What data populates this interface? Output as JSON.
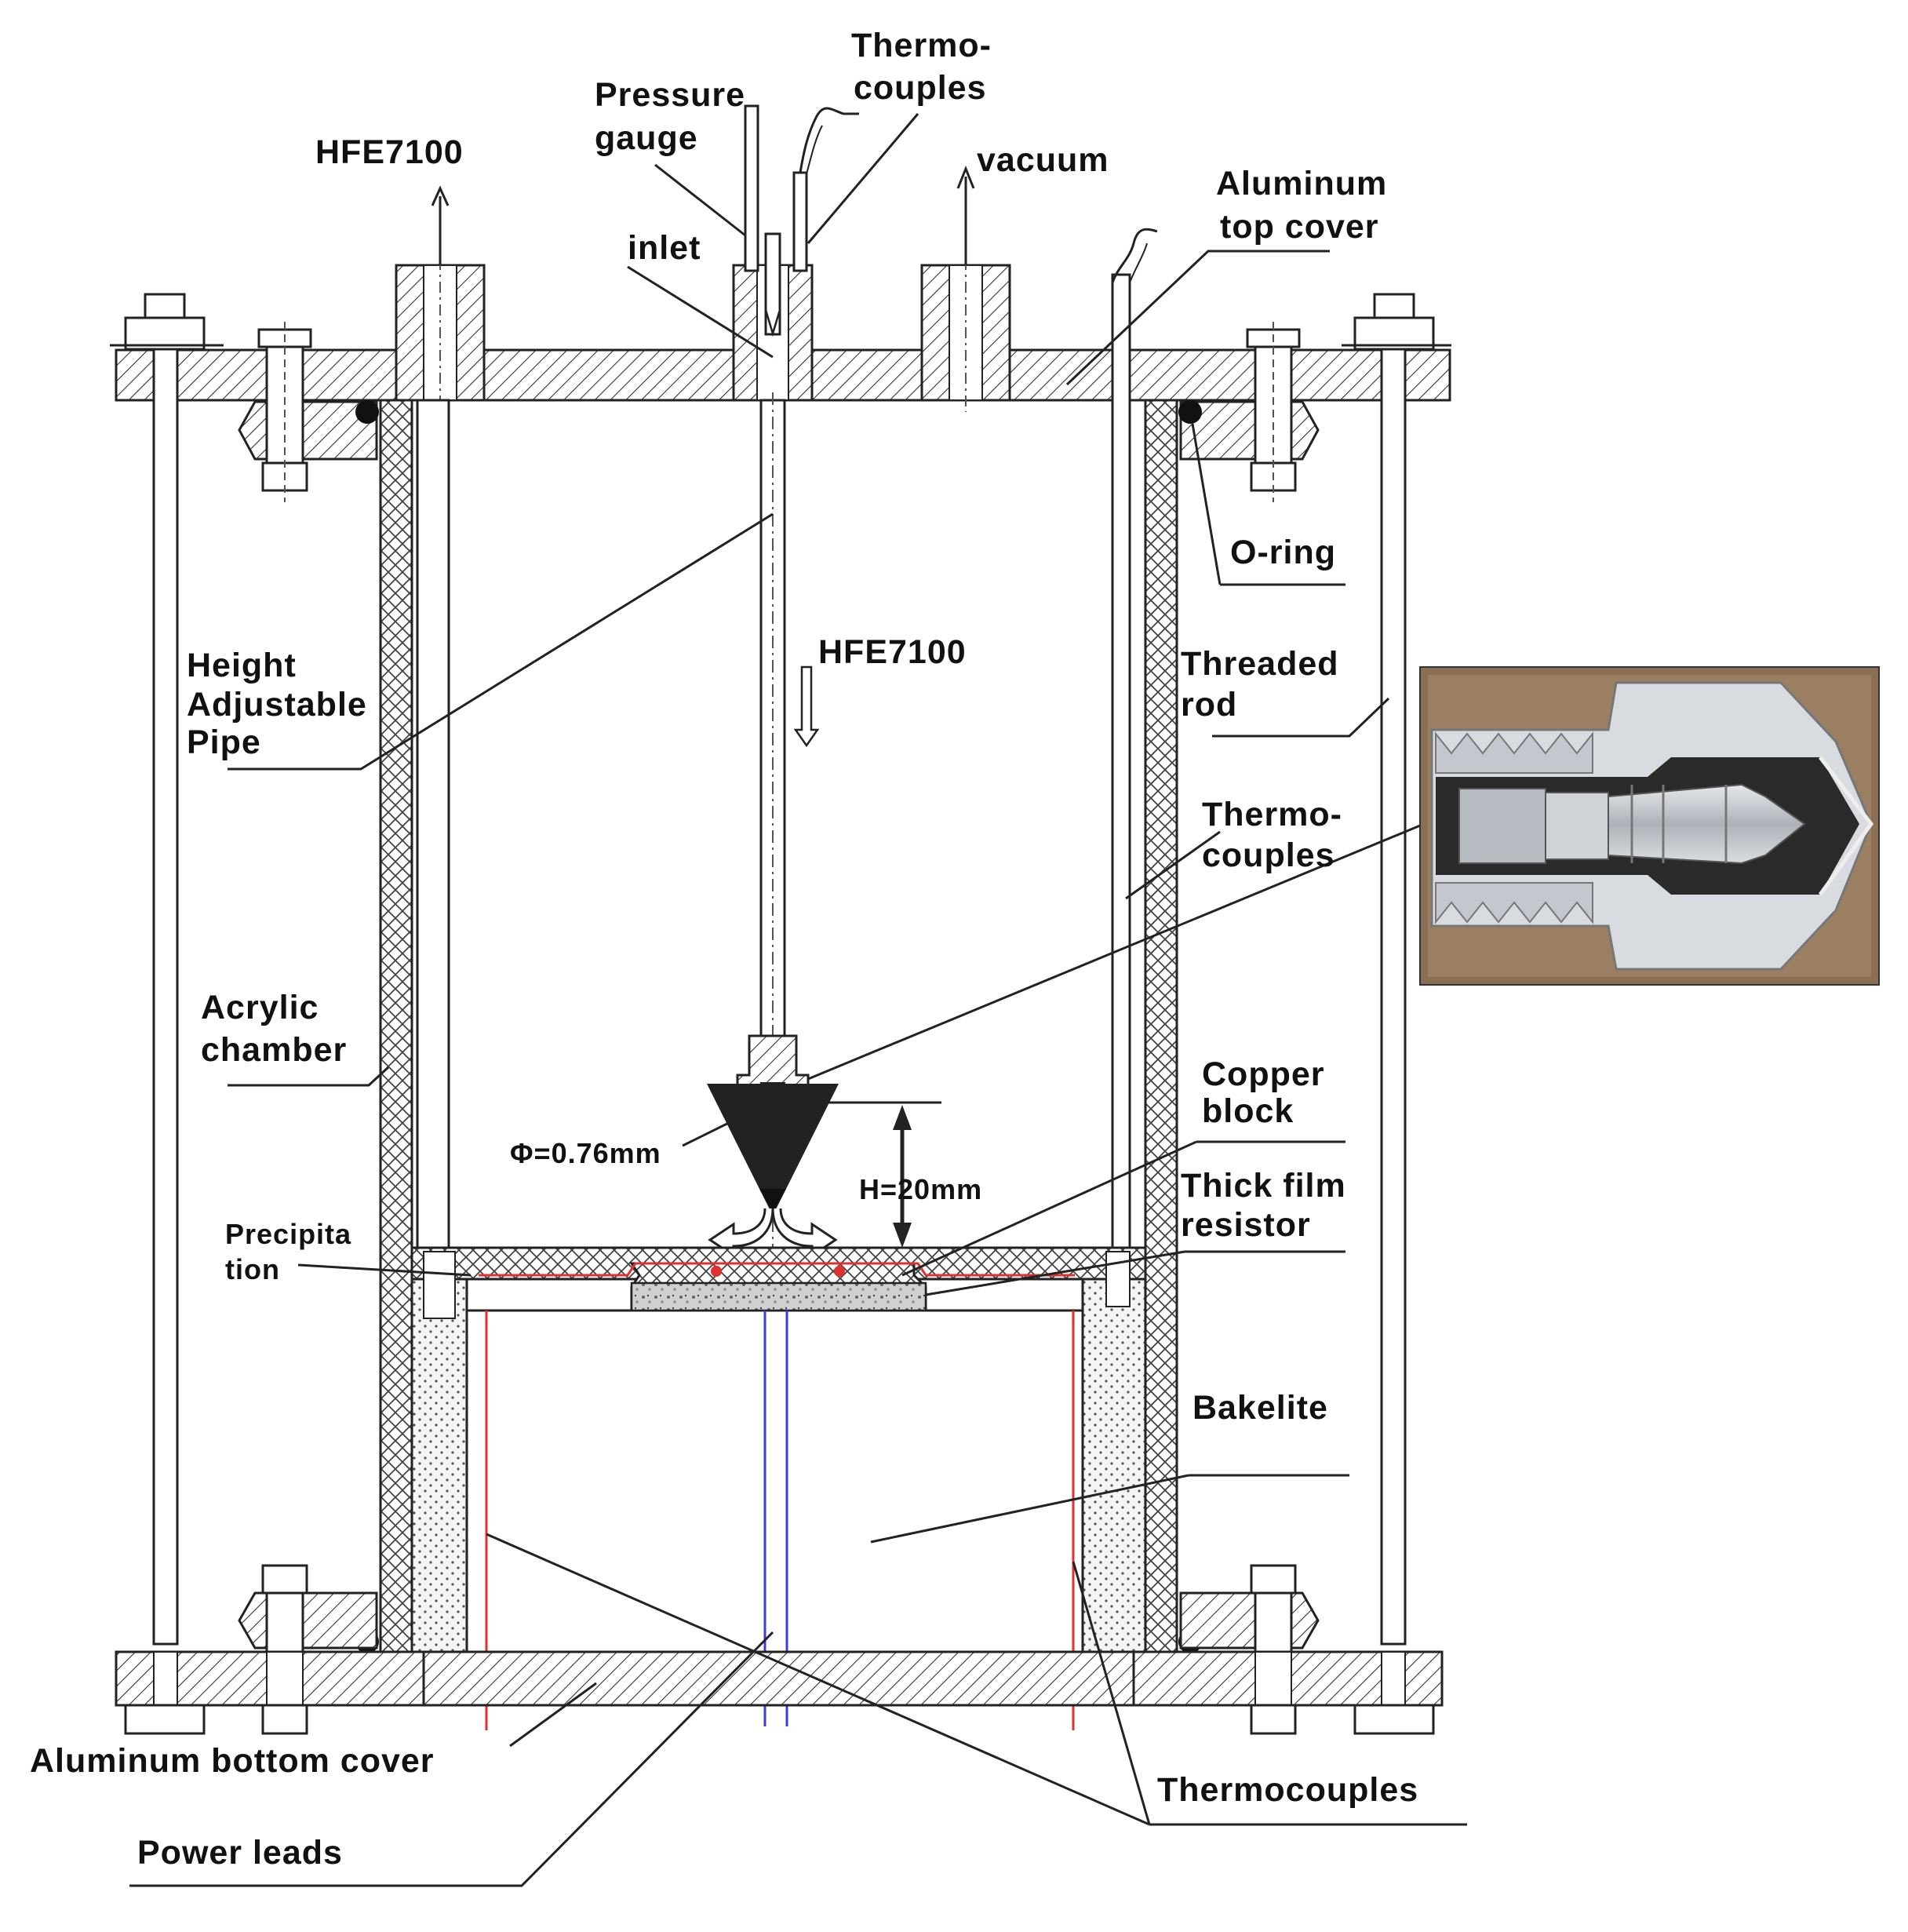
{
  "labels": {
    "hfe_out": "HFE7100",
    "pressure_gauge": [
      "Pressure",
      "gauge"
    ],
    "thermocouples_top": [
      "Thermo-",
      "couples"
    ],
    "vacuum": "vacuum",
    "aluminum_top_cover": [
      "Aluminum",
      "top cover"
    ],
    "inlet": "inlet",
    "o_ring": "O-ring",
    "threaded_rod": [
      "Threaded",
      "rod"
    ],
    "height_adjustable_pipe": [
      "Height",
      "Adjustable",
      "Pipe"
    ],
    "hfe_in": "HFE7100",
    "thermocouples_right": [
      "Thermo-",
      "couples"
    ],
    "acrylic_chamber": [
      "Acrylic",
      "chamber"
    ],
    "copper_block": [
      "Copper",
      "block"
    ],
    "nozzle_diameter": "Φ=0.76mm",
    "jet_height": "H=20mm",
    "thick_film_resistor": [
      "Thick film",
      "resistor"
    ],
    "precipitation": [
      "Precipita",
      "tion"
    ],
    "bakelite": "Bakelite",
    "aluminum_bottom_cover": "Aluminum bottom cover",
    "thermocouples_bottom": "Thermocouples",
    "power_leads": "Power leads"
  },
  "colors": {
    "line": "#222222",
    "thermocouple_wire": "#e03030",
    "power_wire": "#3a3ae0",
    "photo_background": "#8a6f55",
    "photo_metal": "#c9cdd2"
  },
  "inset_photo": {
    "icon": "nozzle-cutaway-photo"
  }
}
